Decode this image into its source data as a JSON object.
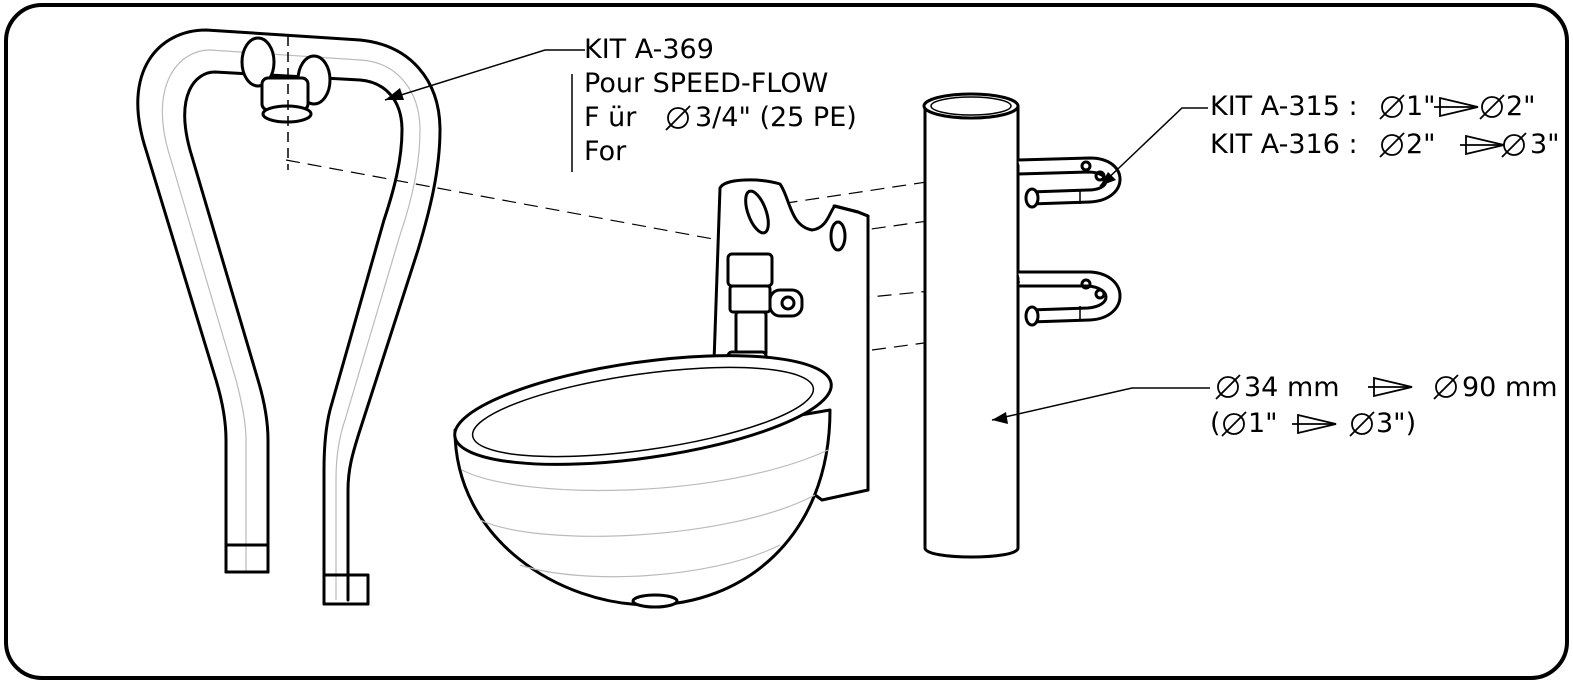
{
  "kit_a369": {
    "line1": "KIT  A-369",
    "line2": "Pour  SPEED-FLOW",
    "line3_prefix": "F ür",
    "line3_value": "3/4\"  (25  PE)",
    "line4": "For"
  },
  "kit_a315": {
    "label": "KIT  A-315  :",
    "from": "1\"",
    "to": "2\""
  },
  "kit_a316": {
    "label": "KIT  A-316  :",
    "from": "2\"",
    "to": "3\""
  },
  "pole_range": {
    "mm_from": "34  mm",
    "mm_to": "90  mm",
    "inch_open": "(",
    "inch_from": "1\"",
    "inch_to": "3\")"
  },
  "icons": {
    "diameter": "diameter-symbol",
    "arrow": "range-arrow"
  }
}
